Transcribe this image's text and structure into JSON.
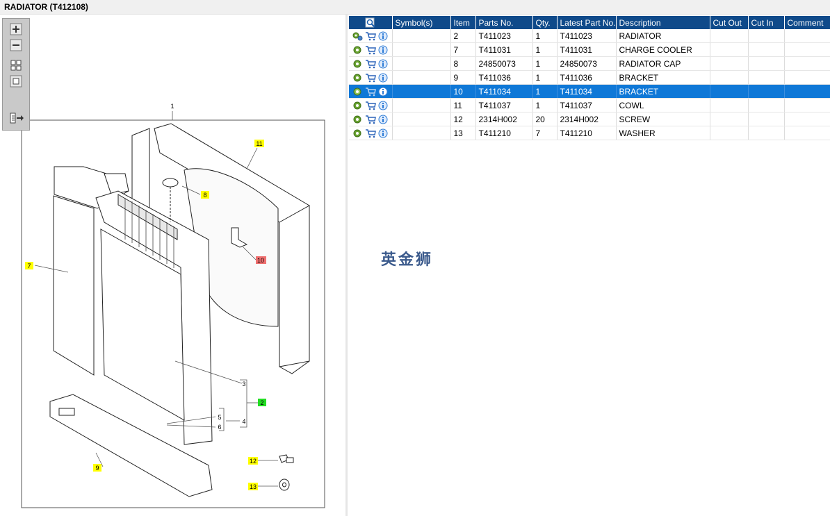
{
  "window": {
    "title": "RADIATOR (T412108)"
  },
  "toolbar": {
    "buttons": [
      {
        "name": "zoom-in-icon"
      },
      {
        "name": "zoom-out-icon"
      },
      {
        "name": "fit-grid-icon"
      },
      {
        "name": "actual-size-icon"
      },
      {
        "name": "export-icon"
      }
    ]
  },
  "drawing": {
    "callouts": {
      "c1": "1",
      "c2": "2",
      "c3": "3",
      "c4": "4",
      "c5": "5",
      "c6": "6",
      "c7": "7",
      "c8": "8",
      "c9": "9",
      "c10": "10",
      "c11": "11",
      "c12": "12",
      "c13": "13"
    },
    "highlight_colors": {
      "yellow": "#ffff00",
      "red": "#ef6f6f",
      "green": "#22dd22"
    }
  },
  "table": {
    "columns": [
      "",
      "Symbol(s)",
      "Item",
      "Parts No.",
      "Qty.",
      "Latest Part No.",
      "Description",
      "Cut Out",
      "Cut In",
      "Comment"
    ],
    "rows": [
      {
        "symbol": "",
        "item": "2",
        "part": "T411023",
        "qty": "1",
        "latest": "T411023",
        "desc": "RADIATOR",
        "cutout": "",
        "cutin": "",
        "comment": ""
      },
      {
        "symbol": "",
        "item": "7",
        "part": "T411031",
        "qty": "1",
        "latest": "T411031",
        "desc": "CHARGE COOLER",
        "cutout": "",
        "cutin": "",
        "comment": ""
      },
      {
        "symbol": "",
        "item": "8",
        "part": "24850073",
        "qty": "1",
        "latest": "24850073",
        "desc": "RADIATOR CAP",
        "cutout": "",
        "cutin": "",
        "comment": ""
      },
      {
        "symbol": "",
        "item": "9",
        "part": "T411036",
        "qty": "1",
        "latest": "T411036",
        "desc": "BRACKET",
        "cutout": "",
        "cutin": "",
        "comment": ""
      },
      {
        "symbol": "",
        "item": "10",
        "part": "T411034",
        "qty": "1",
        "latest": "T411034",
        "desc": "BRACKET",
        "cutout": "",
        "cutin": "",
        "comment": ""
      },
      {
        "symbol": "",
        "item": "11",
        "part": "T411037",
        "qty": "1",
        "latest": "T411037",
        "desc": "COWL",
        "cutout": "",
        "cutin": "",
        "comment": ""
      },
      {
        "symbol": "",
        "item": "12",
        "part": "2314H002",
        "qty": "20",
        "latest": "2314H002",
        "desc": "SCREW",
        "cutout": "",
        "cutin": "",
        "comment": ""
      },
      {
        "symbol": "",
        "item": "13",
        "part": "T411210",
        "qty": "7",
        "latest": "T411210",
        "desc": "WASHER",
        "cutout": "",
        "cutin": "",
        "comment": ""
      }
    ],
    "selected_row": 4
  },
  "watermark": {
    "text": "英金狮"
  },
  "colors": {
    "header": "#0f4a8a",
    "selected": "#0f78d7",
    "gear": "#6aa331",
    "cart": "#2a62b8",
    "info": "#2c7bd6"
  }
}
